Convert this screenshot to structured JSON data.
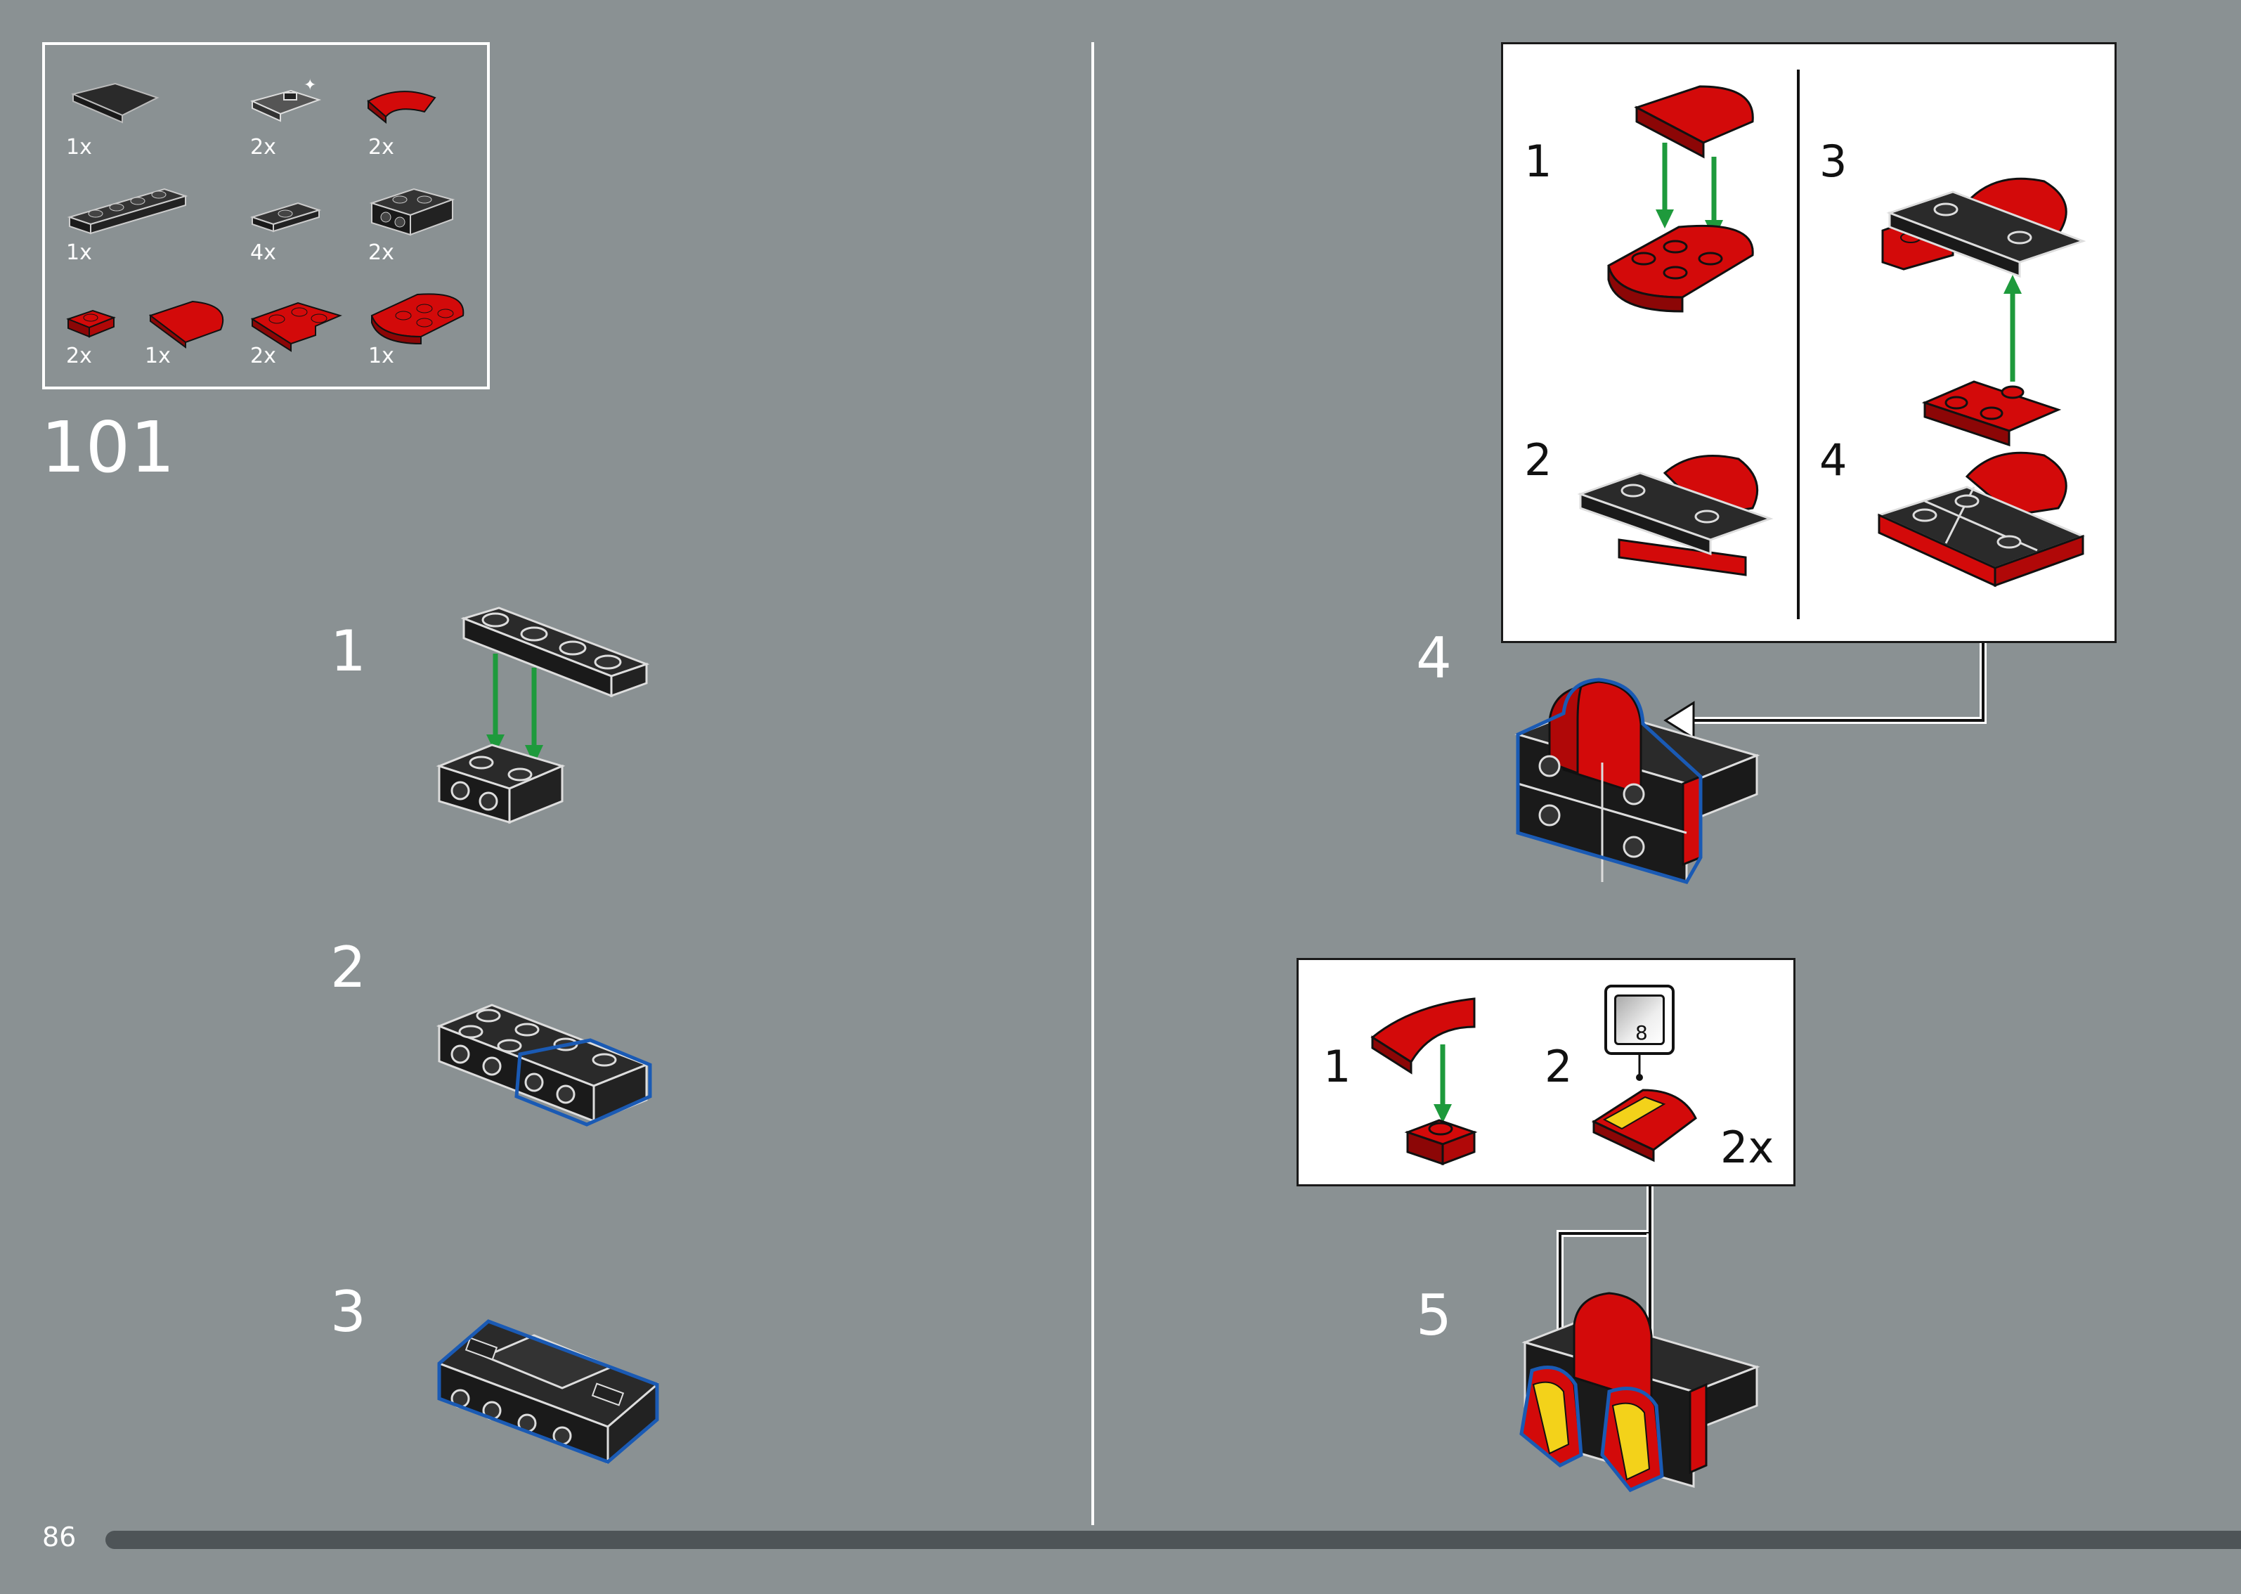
{
  "page": {
    "number": "86",
    "step_number": "101",
    "colors": {
      "background": "#8a9193",
      "progress_bar": "#4e5457",
      "brick_red": "#d30a0a",
      "brick_black": "#2a2a2a",
      "arrow_green": "#1e9a3c",
      "highlight_blue": "#1a5ab4"
    }
  },
  "parts_list": [
    {
      "qty": "1x",
      "icon": "black-curved-slope-icon"
    },
    {
      "qty": "2x",
      "icon": "grey-tile-with-clip-icon"
    },
    {
      "qty": "2x",
      "icon": "red-curved-slope-icon"
    },
    {
      "qty": "1x",
      "icon": "black-plate-1x4-icon"
    },
    {
      "qty": "4x",
      "icon": "black-jumper-plate-icon"
    },
    {
      "qty": "2x",
      "icon": "black-brick-with-studs-on-side-icon"
    },
    {
      "qty": "2x",
      "icon": "red-plate-1x1-icon"
    },
    {
      "qty": "1x",
      "icon": "red-round-tile-icon"
    },
    {
      "qty": "2x",
      "icon": "red-corner-plate-icon"
    },
    {
      "qty": "1x",
      "icon": "red-round-plate-icon"
    }
  ],
  "left_steps": [
    {
      "label": "1"
    },
    {
      "label": "2"
    },
    {
      "label": "3"
    }
  ],
  "right_steps": [
    {
      "label": "4"
    },
    {
      "label": "5"
    }
  ],
  "sub_assembly_a": {
    "steps": [
      "1",
      "2",
      "3",
      "4"
    ]
  },
  "sub_assembly_b": {
    "steps": [
      "1",
      "2"
    ],
    "sticker_number": "8",
    "multiplier": "2x"
  }
}
